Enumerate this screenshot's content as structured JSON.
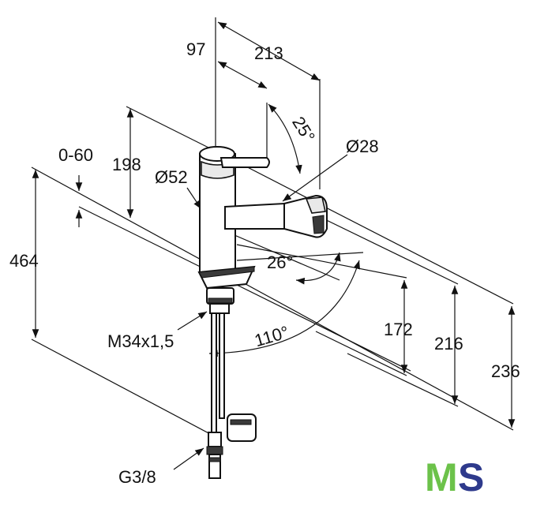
{
  "dimensions": {
    "d97": "97",
    "d213": "213",
    "d25deg": "25°",
    "d28dia": "Ø28",
    "d0_60": "0-60",
    "d198": "198",
    "d52dia": "Ø52",
    "d464": "464",
    "d26deg": "26°",
    "dM34": "M34x1,5",
    "d110deg": "110°",
    "d172": "172",
    "d216": "216",
    "d236": "236",
    "dG38": "G3/8"
  },
  "logo": {
    "left": "M",
    "right": "S"
  },
  "colors": {
    "logo_green": "#6cc24a",
    "logo_blue": "#2e3a8c",
    "line": "#111111"
  }
}
